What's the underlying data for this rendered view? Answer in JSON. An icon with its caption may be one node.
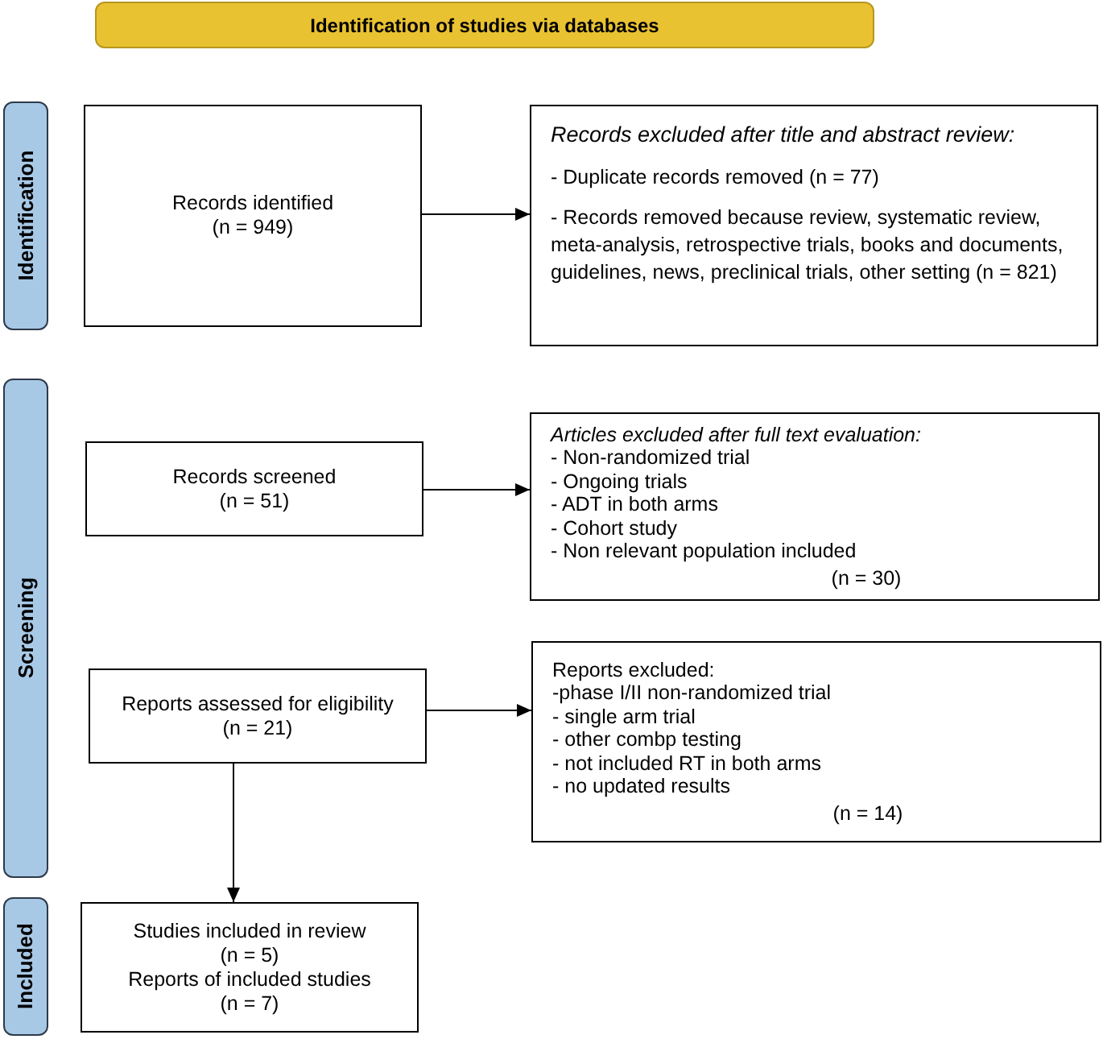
{
  "diagram": {
    "nodes": [
      {
        "text": [
          "Identification of studies via databases"
        ]
      },
      {
        "text": [
          "Identification"
        ]
      },
      {
        "text": [
          "Screening"
        ]
      },
      {
        "text": [
          "Included"
        ]
      },
      {
        "text": [
          "Records identified",
          "(n = 949)"
        ]
      },
      {
        "text": [
          "Records excluded after title and abstract review:",
          "- Duplicate records removed (n = 77)",
          "- Records removed because review, systematic review, meta-analysis, retrospective trials, books and documents, guidelines, news, preclinical trials, other setting (n = 821)"
        ]
      },
      {
        "text": [
          "Records screened",
          "(n = 51)"
        ]
      },
      {
        "text": [
          "Articles excluded after full text evaluation:",
          "- Non-randomized trial",
          "- Ongoing trials",
          "-  ADT in both arms",
          "- Cohort study",
          "- Non relevant population included",
          "(n = 30)"
        ]
      },
      {
        "text": [
          "Reports assessed for eligibility",
          "(n = 21)"
        ]
      },
      {
        "text": [
          "Reports excluded:",
          "-phase I/II non-randomized trial",
          "- single arm trial",
          "- other combp testing",
          "- not included RT in both arms",
          "- no updated results",
          "(n = 14)"
        ]
      },
      {
        "text": [
          "Studies included in review",
          "(n = 5)",
          "Reports of included studies",
          "(n = 7)"
        ]
      }
    ],
    "edges": [
      {
        "from": 4,
        "to": 5,
        "arrow": "to"
      },
      {
        "from": 6,
        "to": 7,
        "arrow": "to"
      },
      {
        "from": 8,
        "to": 9,
        "arrow": "to"
      },
      {
        "from": 8,
        "to": 10,
        "arrow": "to"
      }
    ]
  }
}
